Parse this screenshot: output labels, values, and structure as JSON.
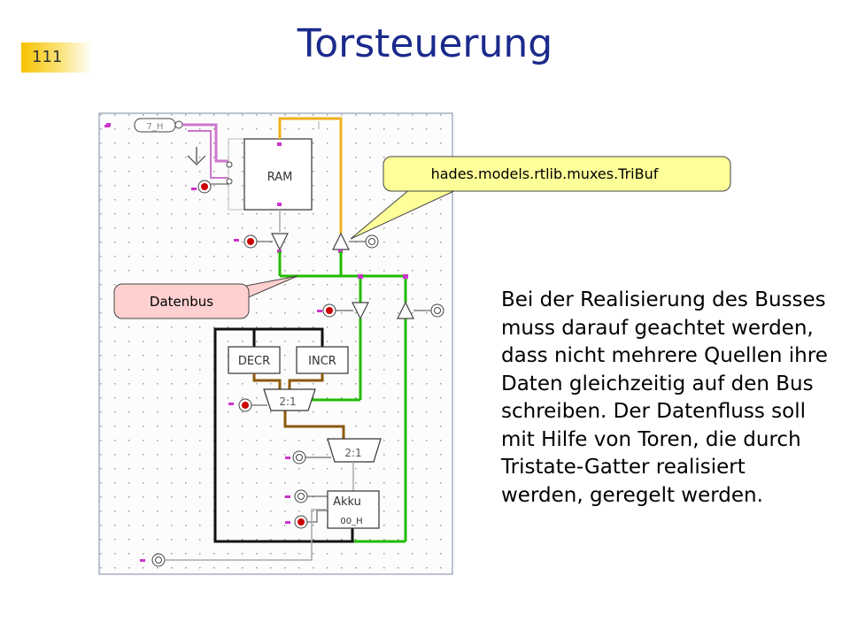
{
  "slide": {
    "page_number": "111",
    "title": "Torsteuerung",
    "body_text": "Bei der Realisierung des Busses muss darauf geachtet werden, dass nicht mehrere Quellen ihre Daten gleichzeitig auf den Bus schreiben. Der Datenfluss soll mit Hilfe von Toren, die durch Tristate-Gatter realisiert werden, geregelt werden."
  },
  "callouts": {
    "tribuf": "hades.models.rtlib.muxes.TriBuf",
    "datenbus": "Datenbus"
  },
  "circuit": {
    "input_value": "7_H",
    "ram_label": "RAM",
    "decr_label": "DECR",
    "incr_label": "INCR",
    "mux1_label": "2:1",
    "mux2_label": "2:1",
    "akku_label": "Akku",
    "akku_value": "00_H"
  },
  "colors": {
    "title": "#1a2a8c",
    "page_badge": "#f6c200",
    "bus_green": "#22bb00",
    "addr_pink": "#cc77cc",
    "ram_bus_orange": "#f2b01e",
    "mux_brown": "#8b5a0b",
    "callout_yellow": "#ffff99",
    "callout_pink": "#ffd0d0"
  }
}
